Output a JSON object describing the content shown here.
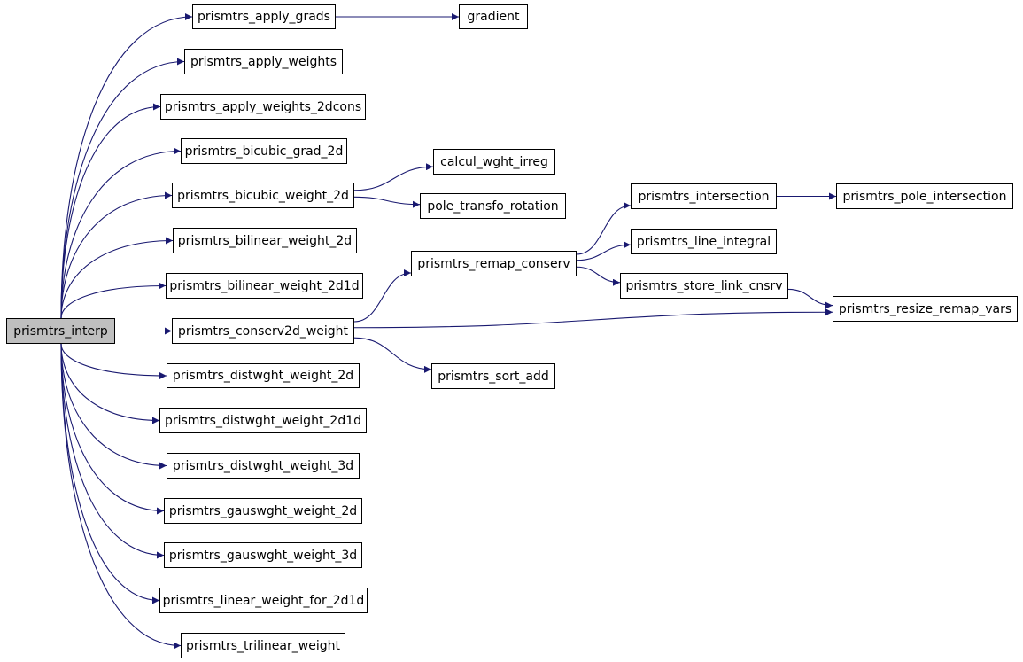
{
  "colors": {
    "edge": "#191970",
    "root_fill": "#bfbfbf",
    "node_fill": "#ffffff",
    "border": "#000000"
  },
  "nodes": {
    "interp": "prismtrs_interp",
    "apply_grads": "prismtrs_apply_grads",
    "gradient": "gradient",
    "apply_weights": "prismtrs_apply_weights",
    "apply_weights_2dcons": "prismtrs_apply_weights_2dcons",
    "bicubic_grad_2d": "prismtrs_bicubic_grad_2d",
    "bicubic_weight_2d": "prismtrs_bicubic_weight_2d",
    "calcul_wght_irreg": "calcul_wght_irreg",
    "pole_transfo_rotation": "pole_transfo_rotation",
    "bilinear_weight_2d": "prismtrs_bilinear_weight_2d",
    "bilinear_weight_2d1d": "prismtrs_bilinear_weight_2d1d",
    "conserv2d_weight": "prismtrs_conserv2d_weight",
    "remap_conserv": "prismtrs_remap_conserv",
    "intersection": "prismtrs_intersection",
    "pole_intersection": "prismtrs_pole_intersection",
    "line_integral": "prismtrs_line_integral",
    "store_link_cnsrv": "prismtrs_store_link_cnsrv",
    "resize_remap_vars": "prismtrs_resize_remap_vars",
    "sort_add": "prismtrs_sort_add",
    "distwght_weight_2d": "prismtrs_distwght_weight_2d",
    "distwght_weight_2d1d": "prismtrs_distwght_weight_2d1d",
    "distwght_weight_3d": "prismtrs_distwght_weight_3d",
    "gauswght_weight_2d": "prismtrs_gauswght_weight_2d",
    "gauswght_weight_3d": "prismtrs_gauswght_weight_3d",
    "linear_weight_for_2d1d": "prismtrs_linear_weight_for_2d1d",
    "trilinear_weight": "prismtrs_trilinear_weight"
  },
  "edges": [
    [
      "interp",
      "apply_grads"
    ],
    [
      "interp",
      "apply_weights"
    ],
    [
      "interp",
      "apply_weights_2dcons"
    ],
    [
      "interp",
      "bicubic_grad_2d"
    ],
    [
      "interp",
      "bicubic_weight_2d"
    ],
    [
      "interp",
      "bilinear_weight_2d"
    ],
    [
      "interp",
      "bilinear_weight_2d1d"
    ],
    [
      "interp",
      "conserv2d_weight"
    ],
    [
      "interp",
      "distwght_weight_2d"
    ],
    [
      "interp",
      "distwght_weight_2d1d"
    ],
    [
      "interp",
      "distwght_weight_3d"
    ],
    [
      "interp",
      "gauswght_weight_2d"
    ],
    [
      "interp",
      "gauswght_weight_3d"
    ],
    [
      "interp",
      "linear_weight_for_2d1d"
    ],
    [
      "interp",
      "trilinear_weight"
    ],
    [
      "apply_grads",
      "gradient"
    ],
    [
      "bicubic_weight_2d",
      "calcul_wght_irreg"
    ],
    [
      "bicubic_weight_2d",
      "pole_transfo_rotation"
    ],
    [
      "conserv2d_weight",
      "remap_conserv"
    ],
    [
      "conserv2d_weight",
      "resize_remap_vars"
    ],
    [
      "conserv2d_weight",
      "sort_add"
    ],
    [
      "remap_conserv",
      "intersection"
    ],
    [
      "remap_conserv",
      "line_integral"
    ],
    [
      "remap_conserv",
      "store_link_cnsrv"
    ],
    [
      "intersection",
      "pole_intersection"
    ],
    [
      "store_link_cnsrv",
      "resize_remap_vars"
    ]
  ]
}
